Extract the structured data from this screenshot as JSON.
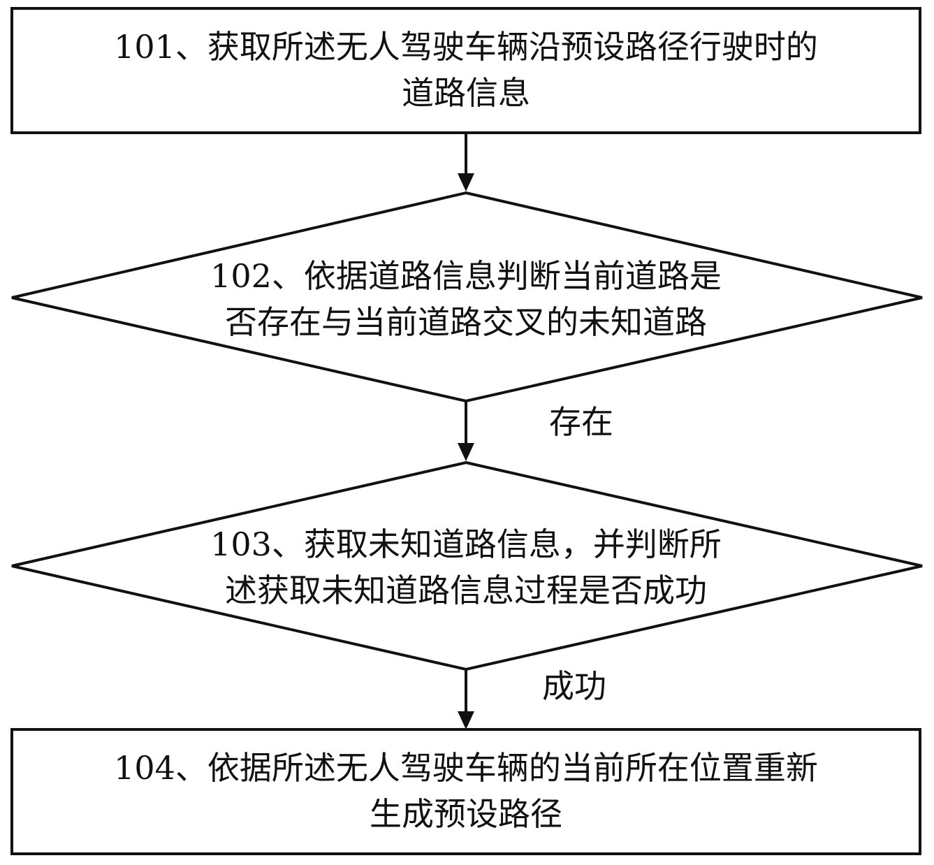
{
  "flowchart": {
    "step_101": {
      "line1": "101、获取所述无人驾驶车辆沿预设路径行驶时的",
      "line2": "道路信息"
    },
    "step_102": {
      "line1": "102、依据道路信息判断当前道路是",
      "line2": "否存在与当前道路交叉的未知道路"
    },
    "edge_102_103": {
      "label": "存在"
    },
    "step_103": {
      "line1": "103、获取未知道路信息，并判断所",
      "line2": "述获取未知道路信息过程是否成功"
    },
    "edge_103_104": {
      "label": "成功"
    },
    "step_104": {
      "line1": "104、依据所述无人驾驶车辆的当前所在位置重新",
      "line2": "生成预设路径"
    }
  }
}
